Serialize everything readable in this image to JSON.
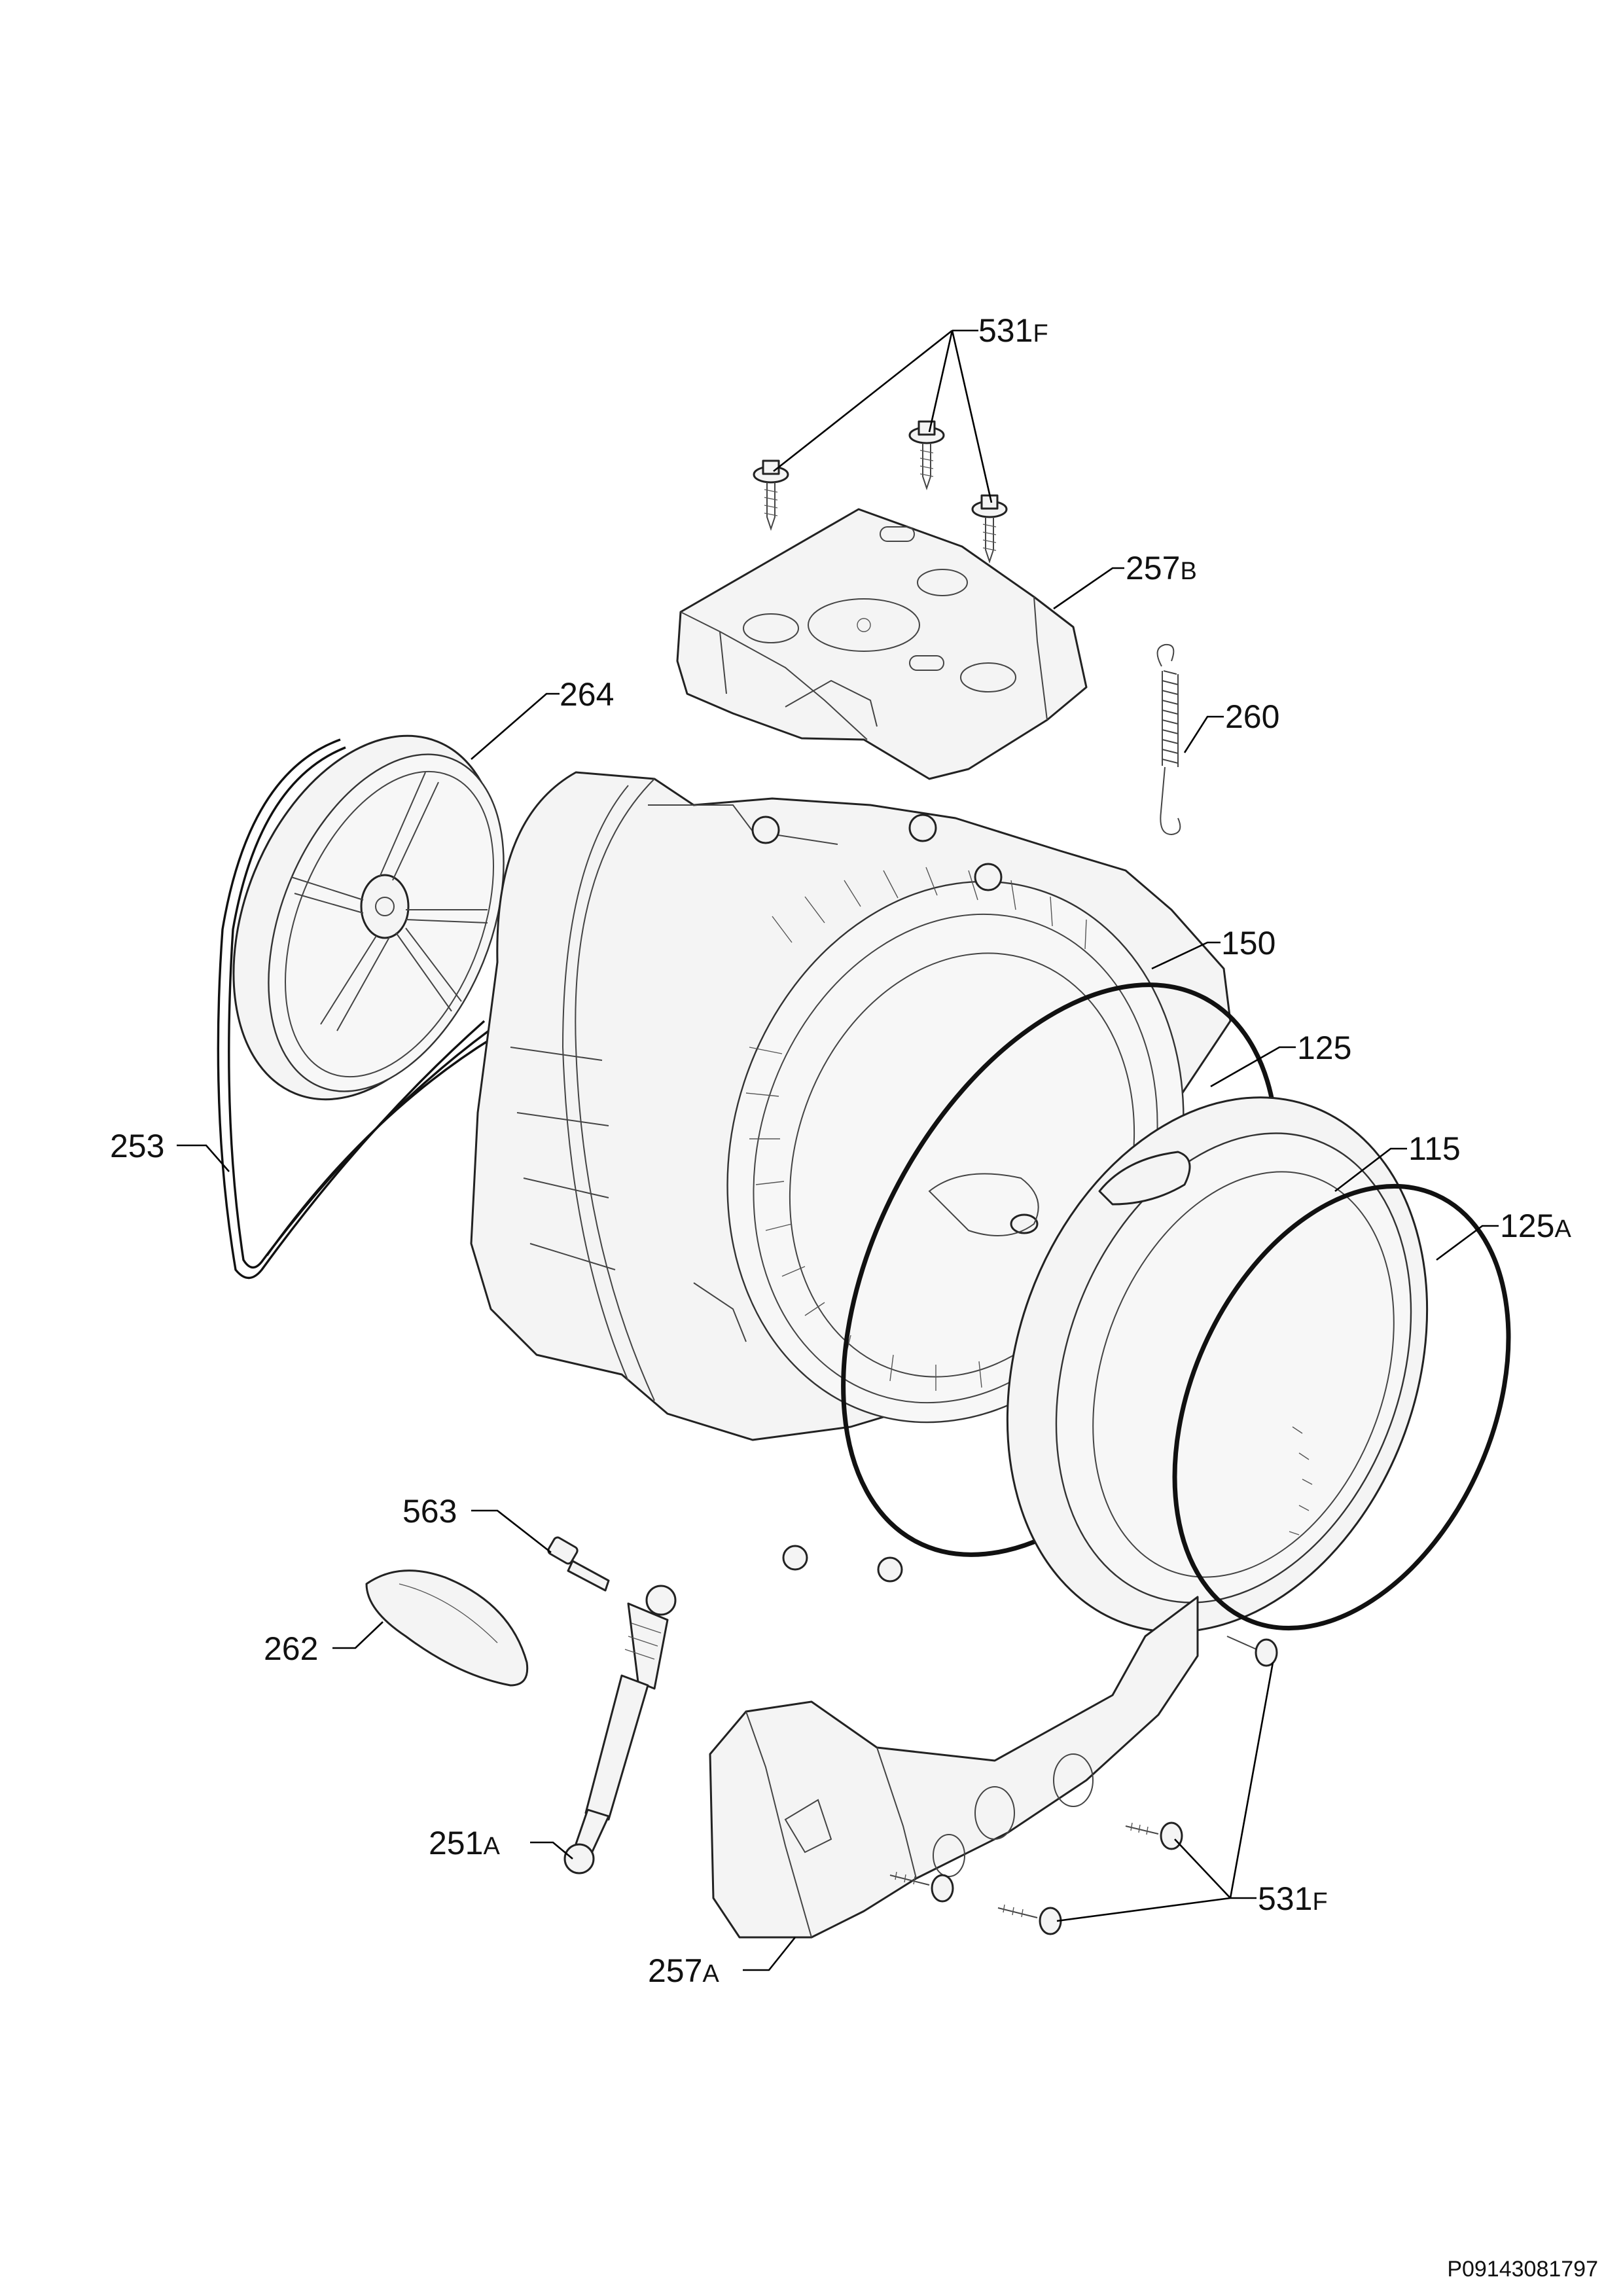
{
  "diagram": {
    "document_code": "P09143081797",
    "parts": [
      {
        "key": "p531f_top",
        "number": "531",
        "suffix": "F"
      },
      {
        "key": "p257b",
        "number": "257",
        "suffix": "B"
      },
      {
        "key": "p264",
        "number": "264",
        "suffix": ""
      },
      {
        "key": "p260",
        "number": "260",
        "suffix": ""
      },
      {
        "key": "p150",
        "number": "150",
        "suffix": ""
      },
      {
        "key": "p125",
        "number": "125",
        "suffix": ""
      },
      {
        "key": "p253",
        "number": "253",
        "suffix": ""
      },
      {
        "key": "p115",
        "number": "115",
        "suffix": ""
      },
      {
        "key": "p125a",
        "number": "125",
        "suffix": "A"
      },
      {
        "key": "p563",
        "number": "563",
        "suffix": ""
      },
      {
        "key": "p262",
        "number": "262",
        "suffix": ""
      },
      {
        "key": "p251a",
        "number": "251",
        "suffix": "A"
      },
      {
        "key": "p531f_bottom",
        "number": "531",
        "suffix": "F"
      },
      {
        "key": "p257a",
        "number": "257",
        "suffix": "A"
      }
    ]
  }
}
